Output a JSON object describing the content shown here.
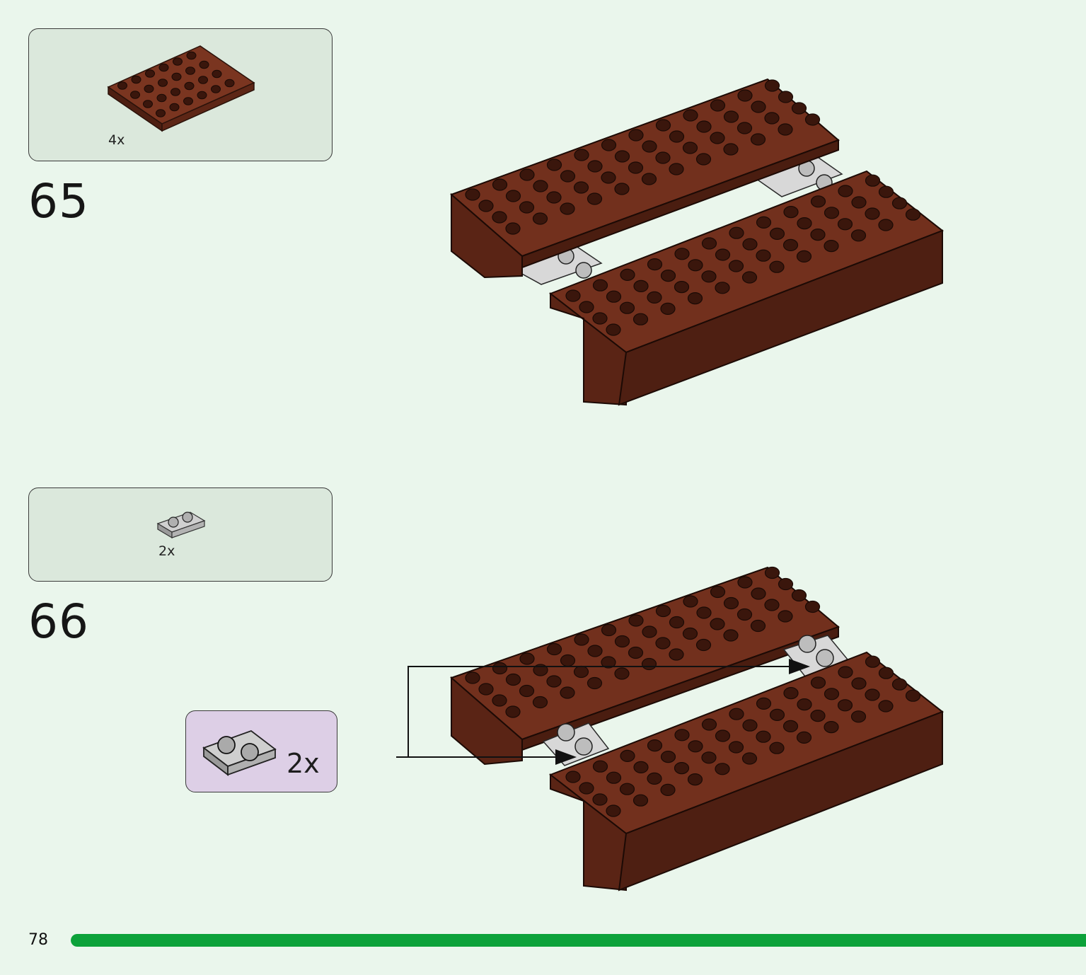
{
  "steps": [
    {
      "number": "65",
      "parts": {
        "quantity": "4x",
        "part_icon": "brown-plate-4x6-icon"
      }
    },
    {
      "number": "66",
      "parts": {
        "quantity": "2x",
        "part_icon": "gray-plate-1x2-icon"
      },
      "callout": {
        "quantity": "2x",
        "part_icon": "gray-plate-1x2-icon"
      }
    }
  ],
  "page": {
    "number": "78",
    "progress": 1.0
  },
  "colors": {
    "background": "#eaf6ec",
    "parts_box": "#dbe8dc",
    "callout_box": "#ddcfe6",
    "brick_brown": "#6b2e1c",
    "plate_gray": "#c8c8c8",
    "progress_bar": "#0ca23a"
  }
}
